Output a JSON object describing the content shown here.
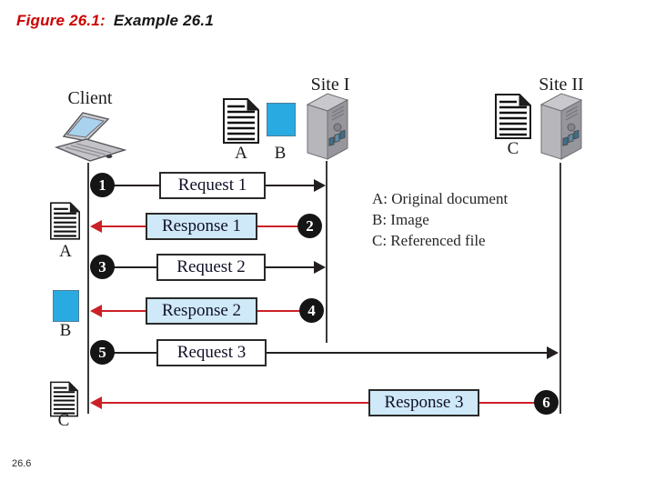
{
  "title": {
    "figure_label": "Figure 26.1:",
    "figure_name": "Example 26.1"
  },
  "footer": {
    "slide_number": "26.6"
  },
  "colors": {
    "title_accent": "#cc0000",
    "request_arrow": "#231f20",
    "response_arrow": "#cc2027",
    "response_box_fill": "#cfe9f8",
    "image_square": "#29abe2"
  },
  "nodes": {
    "client": {
      "label": "Client"
    },
    "site1": {
      "label": "Site I"
    },
    "site2": {
      "label": "Site II"
    }
  },
  "site_documents": {
    "a": "A",
    "b": "B",
    "c": "C"
  },
  "client_received": {
    "a": "A",
    "b": "B",
    "c": "C"
  },
  "legend": {
    "items": [
      "A: Original document",
      "B: Image",
      "C: Referenced file"
    ]
  },
  "messages": [
    {
      "step": "1",
      "label": "Request 1",
      "direction": "client-to-site1"
    },
    {
      "step": "2",
      "label": "Response 1",
      "direction": "site1-to-client"
    },
    {
      "step": "3",
      "label": "Request 2",
      "direction": "client-to-site1"
    },
    {
      "step": "4",
      "label": "Response 2",
      "direction": "site1-to-client"
    },
    {
      "step": "5",
      "label": "Request 3",
      "direction": "client-to-site2"
    },
    {
      "step": "6",
      "label": "Response 3",
      "direction": "site2-to-client"
    }
  ]
}
